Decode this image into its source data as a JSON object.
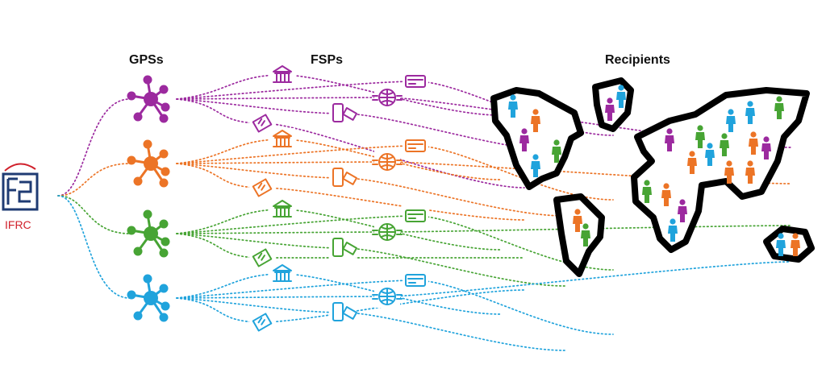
{
  "headers": {
    "gps": "GPSs",
    "fsp": "FSPs",
    "recipients": "Recipients"
  },
  "logo": {
    "label": "IFRC",
    "color": "#d0202b",
    "mark_color": "#1f3b73"
  },
  "colors": {
    "purple": "#9c2a9f",
    "orange": "#ec7426",
    "green": "#47a434",
    "blue": "#20a3dc"
  },
  "gps_nodes": [
    "purple-hub-icon",
    "orange-hub-icon",
    "green-hub-icon",
    "blue-hub-icon"
  ],
  "fsp_icon_types": [
    "bank-icon",
    "payment-card-icon",
    "globe-money-icon",
    "mobile-money-icon",
    "voucher-icon"
  ]
}
